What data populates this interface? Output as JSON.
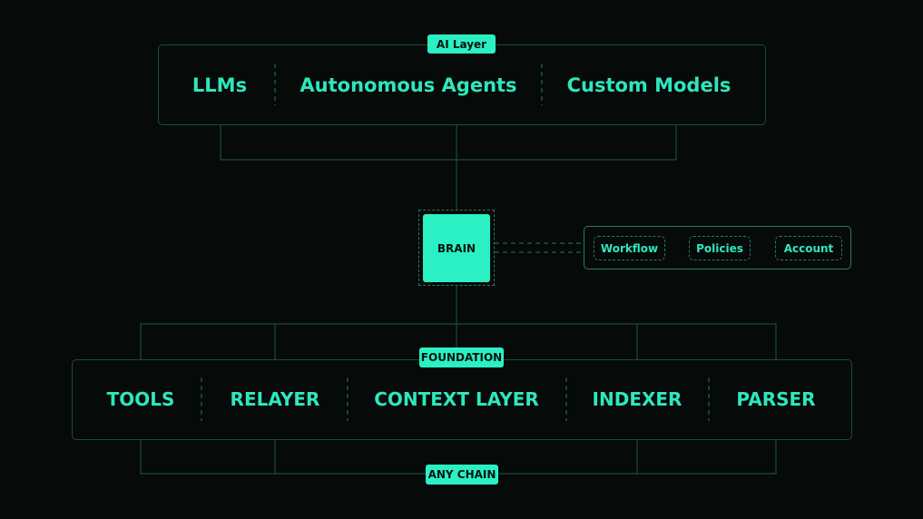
{
  "ai_layer": {
    "label": "AI Layer",
    "items": [
      "LLMs",
      "Autonomous Agents",
      "Custom Models"
    ]
  },
  "brain": {
    "label": "BRAIN",
    "modules": [
      "Workflow",
      "Policies",
      "Account"
    ]
  },
  "foundation": {
    "label": "FOUNDATION",
    "items": [
      "TOOLS",
      "RELAYER",
      "CONTEXT LAYER",
      "INDEXER",
      "PARSER"
    ]
  },
  "any_chain": {
    "label": "ANY CHAIN"
  },
  "colors": {
    "accent": "#2af0c4",
    "background": "#060a09",
    "line": "#1d4a3e"
  }
}
